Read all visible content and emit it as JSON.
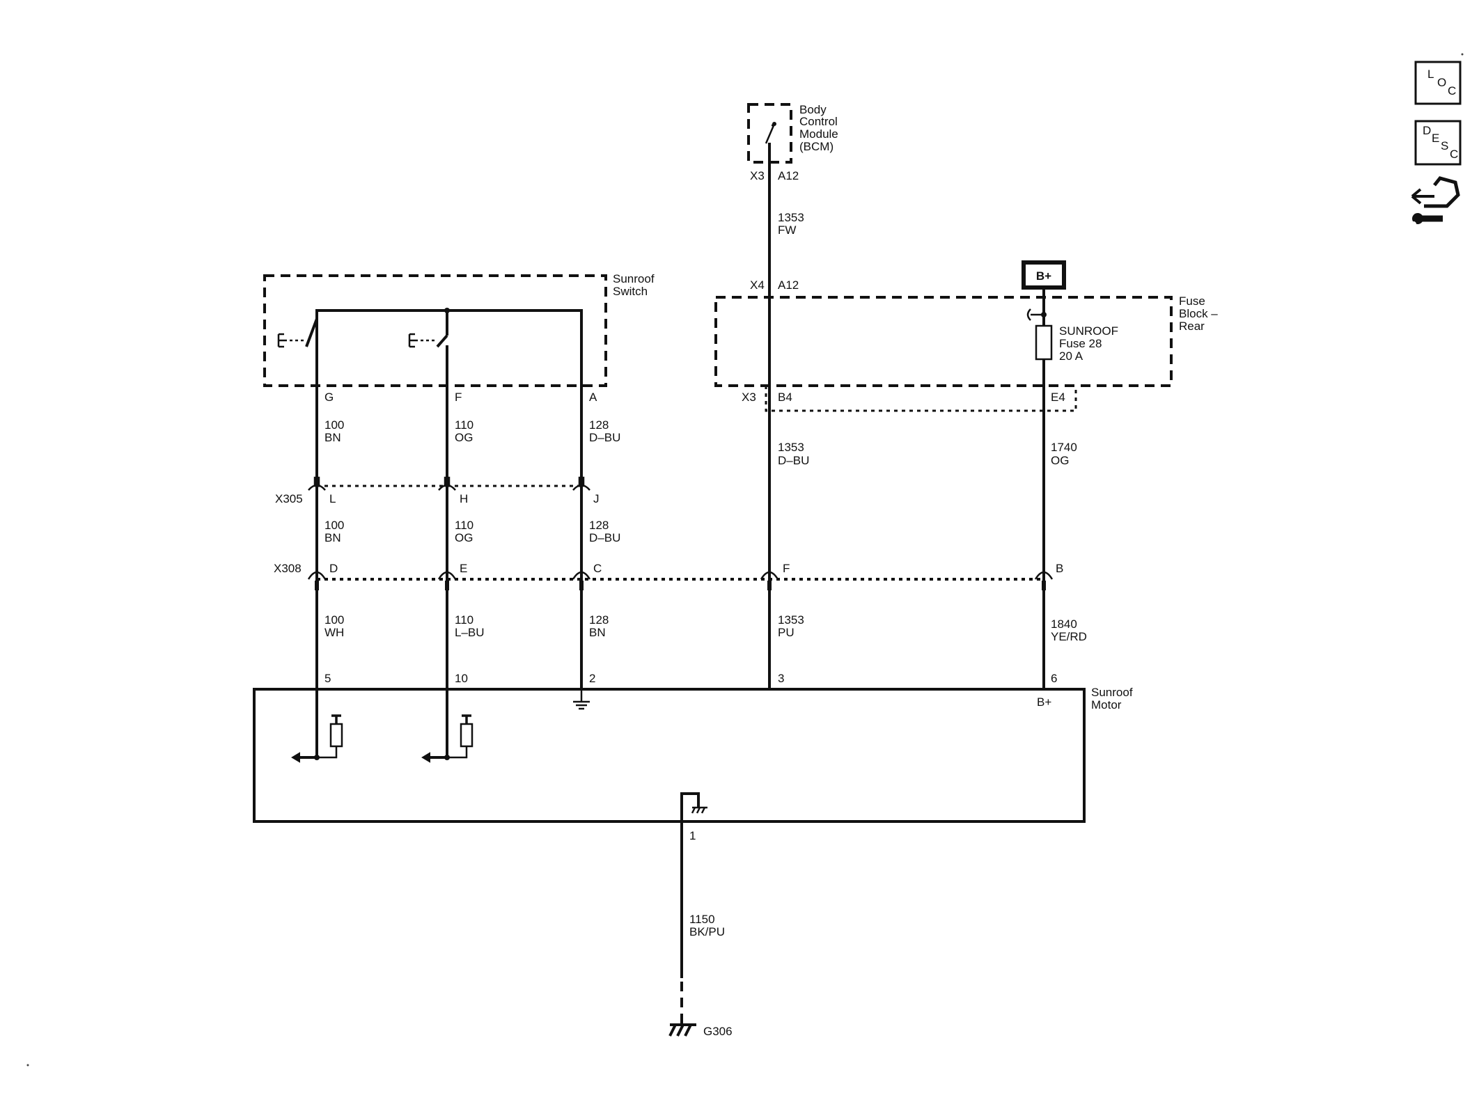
{
  "side_icons": {
    "loc": [
      "L",
      "O",
      "C"
    ],
    "desc": [
      "D",
      "E",
      "S",
      "C"
    ],
    "connector_icon": "connector-tool-icon"
  },
  "bcm": {
    "name_lines": [
      "Body",
      "Control",
      "Module",
      "(BCM)"
    ],
    "connector": "X3",
    "pin": "A12"
  },
  "wire_1353_fw": {
    "circuit": "1353",
    "color": "FW"
  },
  "bcm_x4": {
    "connector": "X4",
    "pin": "A12"
  },
  "battery": {
    "label": "B+"
  },
  "fuse_block": {
    "name_lines": [
      "Fuse",
      "Block –",
      "Rear"
    ],
    "fuse_lines": [
      "SUNROOF",
      "Fuse 28",
      "20 A"
    ],
    "connector": "X3",
    "pin_b": "B4",
    "pin_e": "E4"
  },
  "sunroof_switch": {
    "name_lines": [
      "Sunroof",
      "Switch"
    ],
    "pins": [
      "G",
      "F",
      "A"
    ]
  },
  "wires_switch": [
    {
      "circuit": "100",
      "color": "BN"
    },
    {
      "circuit": "110",
      "color": "OG"
    },
    {
      "circuit": "128",
      "color": "D–BU"
    }
  ],
  "wire_1353_dbu": {
    "circuit": "1353",
    "color": "D–BU"
  },
  "wire_1740": {
    "circuit": "1740",
    "color": "OG"
  },
  "x305": {
    "name": "X305",
    "pins": [
      "L",
      "H",
      "J"
    ]
  },
  "wires_mid": [
    {
      "circuit": "100",
      "color": "BN"
    },
    {
      "circuit": "110",
      "color": "OG"
    },
    {
      "circuit": "128",
      "color": "D–BU"
    }
  ],
  "x308": {
    "name": "X308",
    "pins": [
      "D",
      "E",
      "C",
      "F",
      "B"
    ]
  },
  "wires_low": [
    {
      "circuit": "100",
      "color": "WH"
    },
    {
      "circuit": "110",
      "color": "L–BU"
    },
    {
      "circuit": "128",
      "color": "BN"
    },
    {
      "circuit": "1353",
      "color": "PU"
    },
    {
      "circuit": "1840",
      "color": "YE/RD"
    }
  ],
  "sunroof_motor": {
    "name_lines": [
      "Sunroof",
      "Motor"
    ],
    "pins": [
      "5",
      "10",
      "2",
      "3",
      "6"
    ],
    "bplus": "B+",
    "ground_pin": "1"
  },
  "ground_wire": {
    "circuit": "1150",
    "color": "BK/PU"
  },
  "ground": {
    "name": "G306"
  }
}
